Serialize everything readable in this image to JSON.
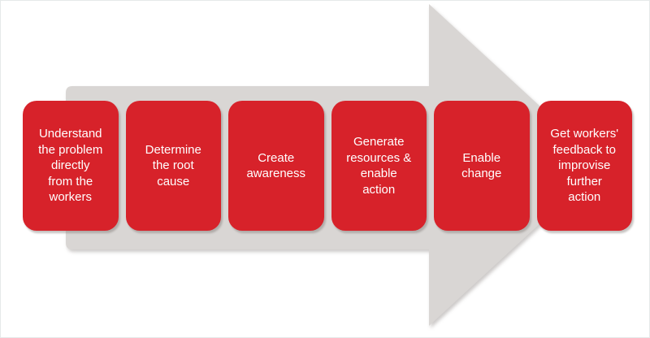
{
  "diagram": {
    "type": "process-flow-arrow",
    "direction": "right",
    "steps": [
      {
        "label": "Understand\nthe problem\ndirectly\nfrom the\nworkers"
      },
      {
        "label": "Determine\nthe root\ncause"
      },
      {
        "label": "Create\nawareness"
      },
      {
        "label": "Generate\nresources &\nenable\naction"
      },
      {
        "label": "Enable\nchange"
      },
      {
        "label": "Get workers'\nfeedback to\nimprovise\nfurther\naction"
      }
    ]
  },
  "colors": {
    "step-bg": "#d7222a",
    "step-text": "#ffffff",
    "arrow-fill": "#d9d6d4",
    "canvas-bg": "#ffffff",
    "canvas-border": "#e5e9e9"
  }
}
